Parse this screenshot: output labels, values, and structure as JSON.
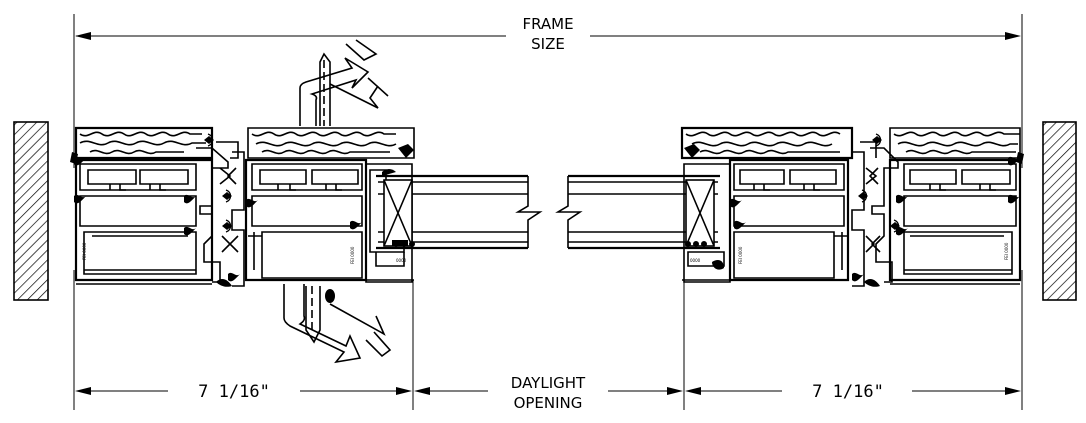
{
  "labels": {
    "frame_size_line1": "FRAME",
    "frame_size_line2": "SIZE",
    "left_dimension": "7 1/16\"",
    "daylight_line1": "DAYLIGHT",
    "daylight_line2": "OPENING",
    "right_dimension": "7 1/16\""
  }
}
